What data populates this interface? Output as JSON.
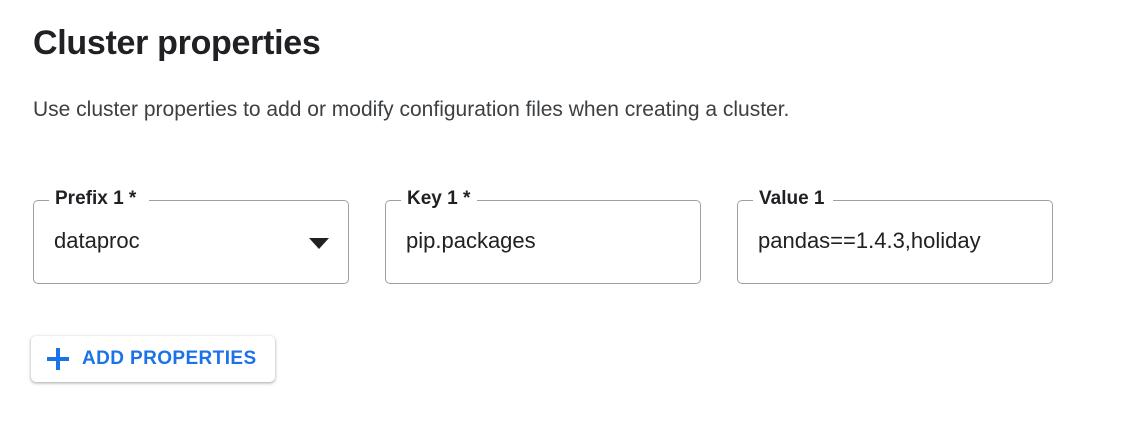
{
  "header": {
    "title": "Cluster properties",
    "subtitle": "Use cluster properties to add or modify configuration files when creating a cluster."
  },
  "properties_row": {
    "fields": [
      {
        "label": "Prefix 1 *",
        "value": "dataproc",
        "type": "select",
        "icon": "chevron-down-icon",
        "required": true
      },
      {
        "label": "Key 1 *",
        "value": "pip.packages",
        "type": "text",
        "required": true
      },
      {
        "label": "Value 1",
        "value": "pandas==1.4.3,holiday",
        "type": "text",
        "required": false
      }
    ]
  },
  "actions": {
    "add_properties_label": "ADD PROPERTIES",
    "add_properties_icon": "plus-icon"
  },
  "colors": {
    "accent": "#1a73e8",
    "text_primary": "#202124",
    "text_secondary": "#3c4043",
    "border": "#9aa0a6",
    "background": "#ffffff"
  }
}
